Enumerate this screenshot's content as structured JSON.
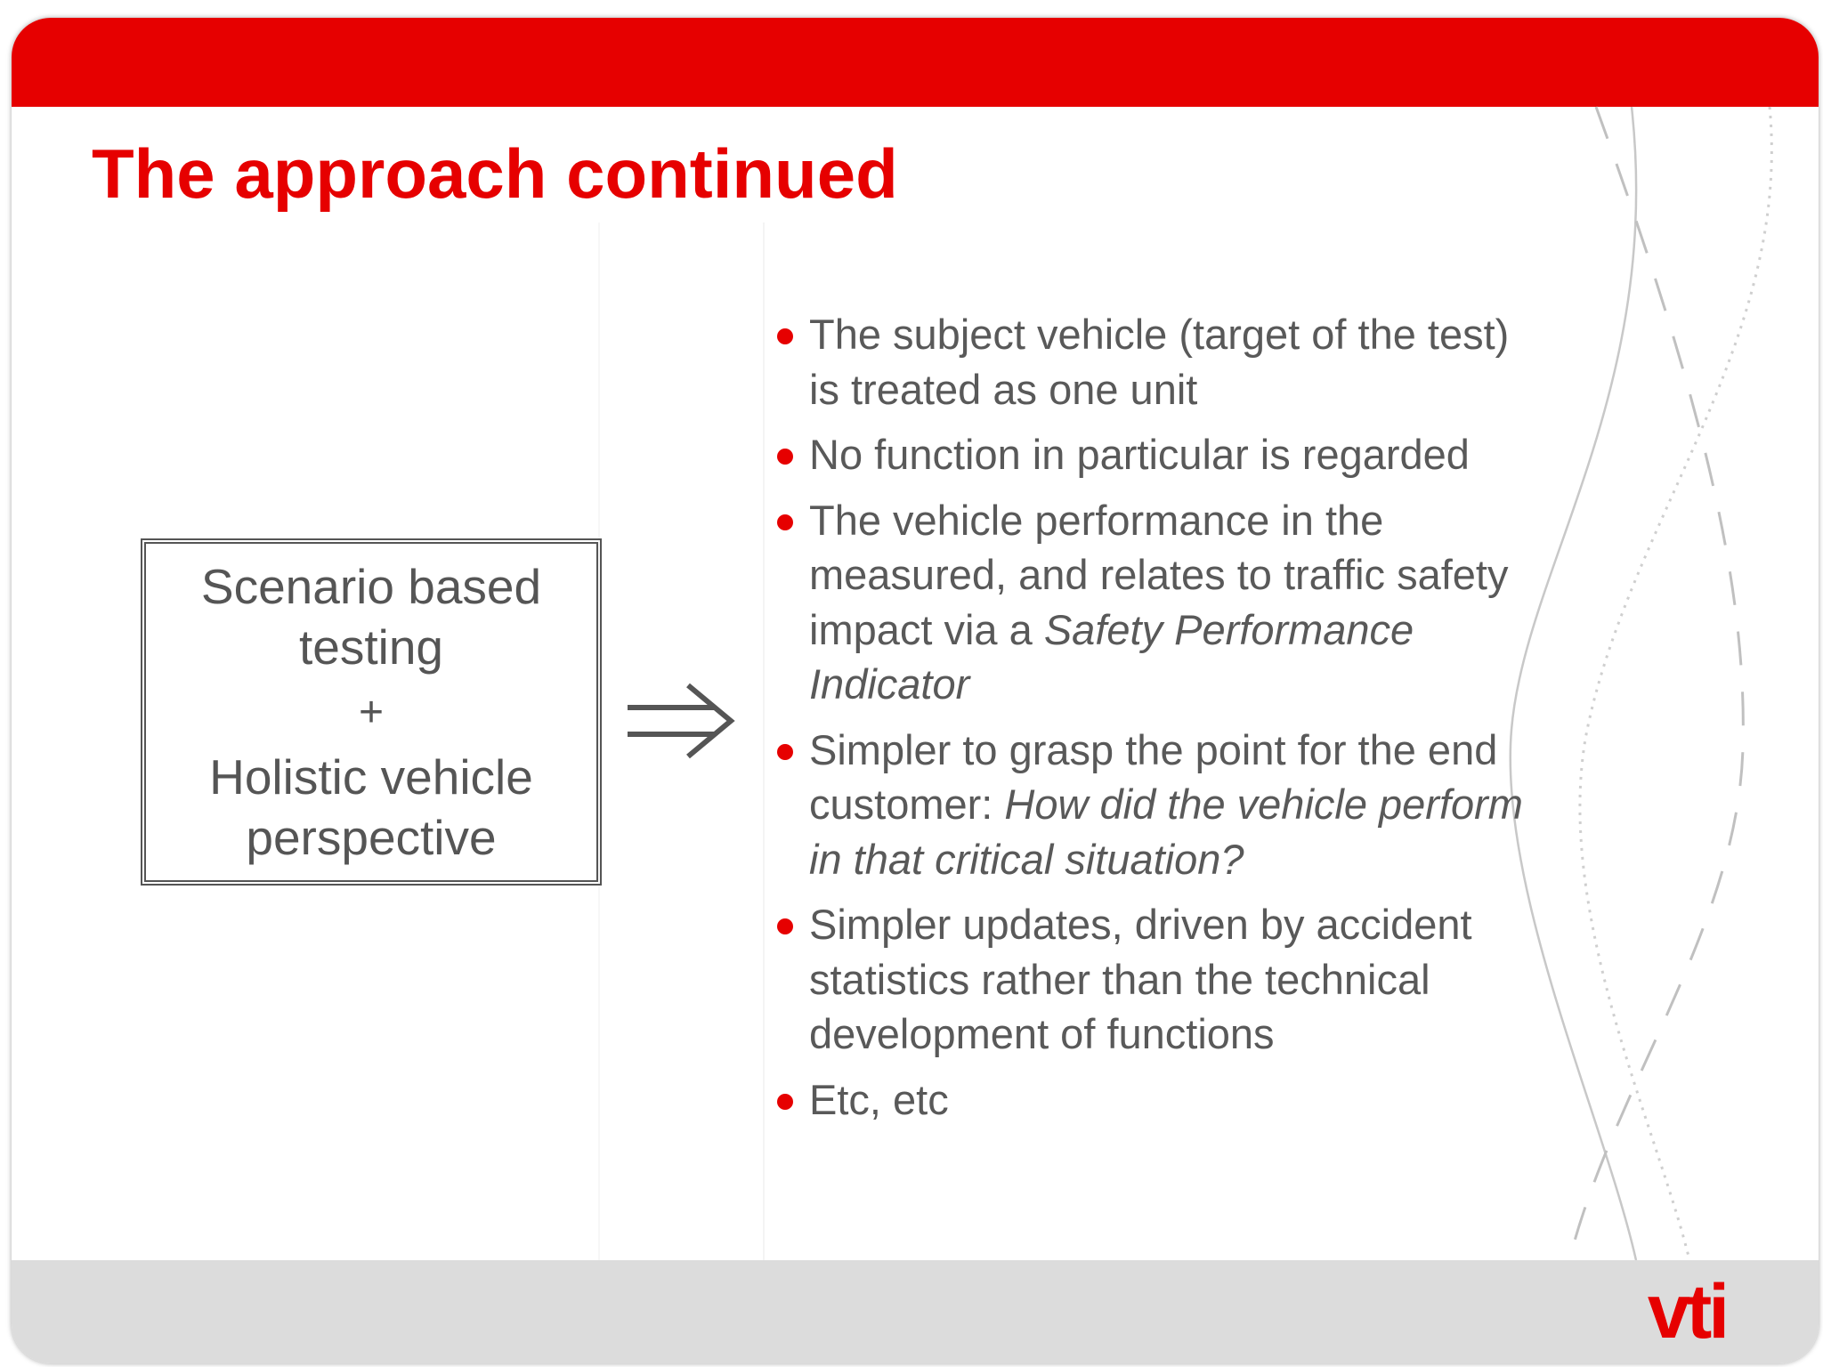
{
  "slide": {
    "title": "The approach continued",
    "left_box": {
      "line1": "Scenario based testing",
      "plus": "+",
      "line2": "Holistic vehicle perspective"
    },
    "bullets": [
      {
        "text": "The subject vehicle (target of the test) is treated as one unit",
        "italic": ""
      },
      {
        "text": "No function in particular is regarded",
        "italic": ""
      },
      {
        "text": "The vehicle performance in the measured, and relates to traffic safety impact via a ",
        "italic": "Safety Performance Indicator"
      },
      {
        "text": "Simpler to grasp the point for the end customer: ",
        "italic": "How did the vehicle perform in that critical situation?"
      },
      {
        "text": "Simpler updates, driven by accident statistics rather than the technical development of functions",
        "italic": ""
      },
      {
        "text": "Etc, etc",
        "italic": ""
      }
    ],
    "logo_text": "vti"
  },
  "colors": {
    "brand_red": "#e60000",
    "text_gray": "#595959",
    "footer_gray": "#dcdcdc"
  },
  "icons": {
    "arrow": "double-arrow-right-icon",
    "logo": "vti-logo"
  }
}
